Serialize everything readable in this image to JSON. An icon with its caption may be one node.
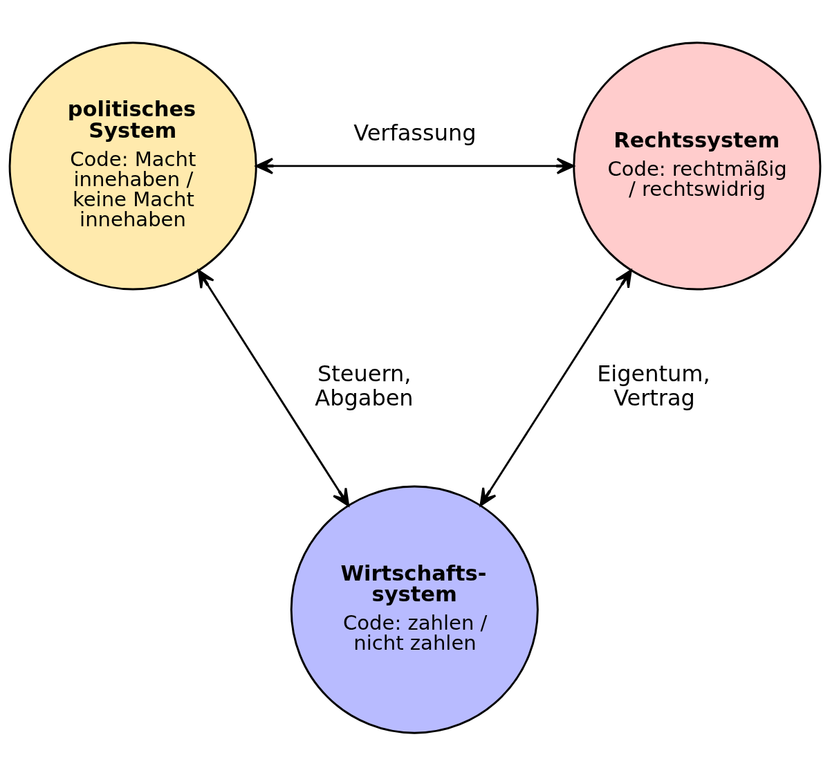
{
  "diagram": {
    "nodes": [
      {
        "text": [
          "politisches System",
          "Code: Macht innehaben / keine Macht innehaben"
        ]
      },
      {
        "text": [
          "Rechtssystem",
          "Code: rechtmäßig / rechtswidrig"
        ]
      },
      {
        "text": [
          "Wirtschafts- system",
          "Code: zahlen / nicht zahlen"
        ]
      }
    ],
    "edges": [
      {
        "from": 0,
        "to": 1,
        "arrow": "both",
        "label": "Verfassung"
      },
      {
        "from": 0,
        "to": 2,
        "arrow": "both",
        "label": "Steuern, Abgaben"
      },
      {
        "from": 1,
        "to": 2,
        "arrow": "both",
        "label": "Eigentum, Vertrag"
      }
    ]
  }
}
